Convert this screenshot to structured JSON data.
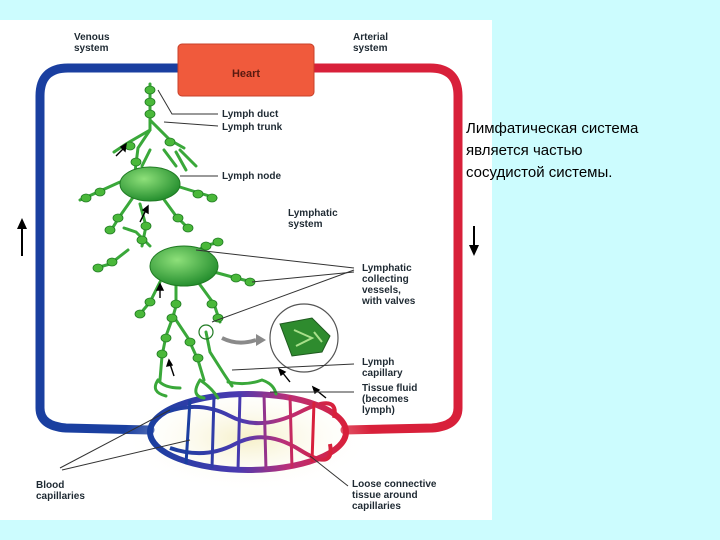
{
  "figure": {
    "labels": {
      "venous_1": "Venous",
      "venous_2": "system",
      "arterial_1": "Arterial",
      "arterial_2": "system",
      "heart": "Heart",
      "lymph_duct": "Lymph duct",
      "lymph_trunk": "Lymph trunk",
      "lymph_node": "Lymph node",
      "lymphatic_1": "Lymphatic",
      "lymphatic_2": "system",
      "collecting_1": "Lymphatic",
      "collecting_2": "collecting",
      "collecting_3": "vessels,",
      "collecting_4": "with valves",
      "capillary_1": "Lymph",
      "capillary_2": "capillary",
      "tissue_1": "Tissue fluid",
      "tissue_2": "(becomes",
      "tissue_3": "lymph)",
      "blood_cap_1": "Blood",
      "blood_cap_2": "capillaries",
      "loose_1": "Loose connective",
      "loose_2": "tissue around",
      "loose_3": "capillaries"
    },
    "colors": {
      "venous": "#1a3fa0",
      "arterial": "#d8203a",
      "lymph": "#3aa83a",
      "heart": "#f05a3c"
    }
  },
  "side_text": {
    "line1": "Лимфатическая система",
    "line2": "является частью",
    "line3": "сосудистой системы."
  }
}
